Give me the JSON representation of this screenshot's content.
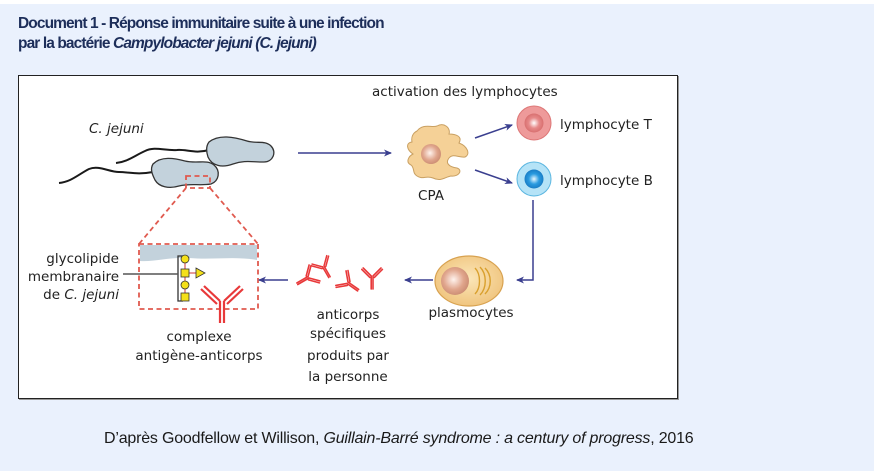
{
  "document": {
    "title_line1": "Document 1 - Réponse immunitaire suite à une infection",
    "title_line2_prefix": "par la bactérie ",
    "title_line2_species": "Campylobacter jejuni",
    "title_line2_abbrev": " (C. jejuni)"
  },
  "diagram": {
    "bacterium_label": "C. jejuni",
    "activation_label": "activation des lymphocytes",
    "cpa_label": "CPA",
    "lymphocyte_t_label": "lymphocyte T",
    "lymphocyte_b_label": "lymphocyte B",
    "plasmocytes_label": "plasmocytes",
    "antibodies_label_lines": [
      "anticorps",
      "spécifiques",
      "produits par",
      "la personne"
    ],
    "glycolipid_label_lines": [
      "glycolipide",
      "membranaire",
      "de "
    ],
    "glycolipid_label_species": "C. jejuni",
    "complex_label_lines": [
      "complexe",
      "antigène-anticorps"
    ],
    "colors": {
      "arrow": "#3a3f8f",
      "antibody": "#e8393a",
      "dashed_zoom": "#e05a4f",
      "bacterium_fill": "#c3d2dc",
      "cpa_fill": "#f5d197",
      "lymphocyte_t": "#ee9a9a",
      "lymphocyte_b": "#9fd8f2",
      "sugar": "#f4e01a"
    }
  },
  "credit": {
    "prefix": "D’après Goodfellow et Willison, ",
    "work": "Guillain-Barré syndrome : a century of progress",
    "suffix": ", 2016"
  }
}
